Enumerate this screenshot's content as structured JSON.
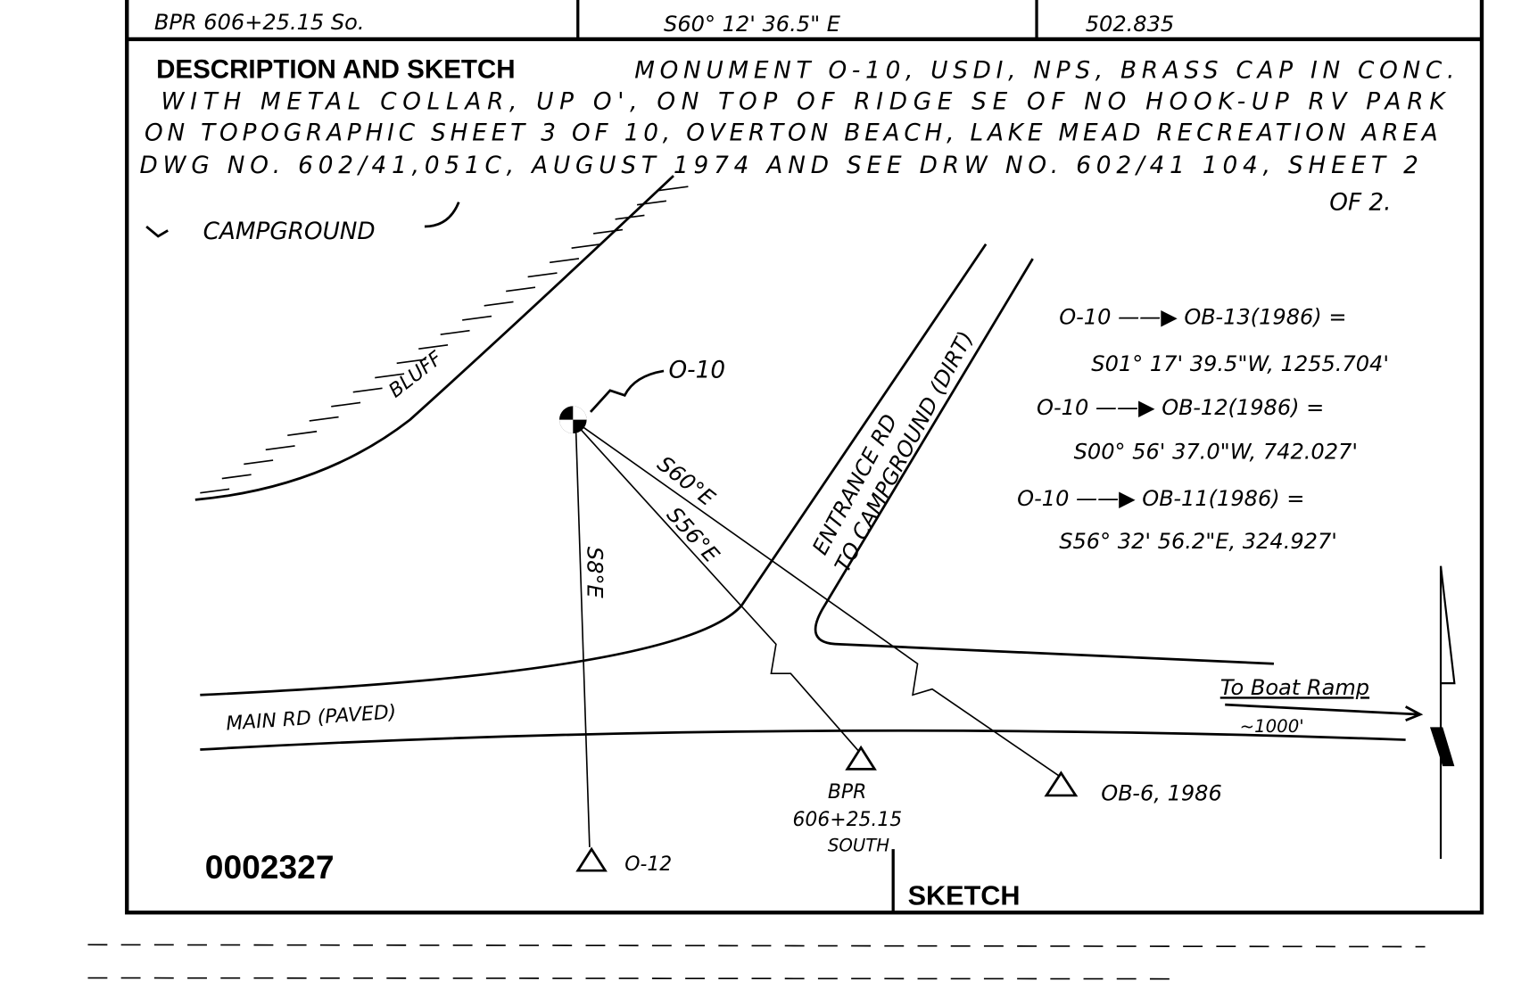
{
  "header_row": {
    "station": "BPR 606+25.15 So.",
    "bearing": "S60° 12' 36.5\" E",
    "distance": "502.835"
  },
  "description": {
    "heading": "DESCRIPTION AND SKETCH",
    "lines": [
      "MONUMENT O-10, USDI, NPS, BRASS CAP IN CONC.",
      "WITH METAL COLLAR, UP O', ON TOP OF RIDGE SE OF NO HOOK-UP RV PARK",
      "ON TOPOGRAPHIC SHEET 3 OF 10, OVERTON BEACH, LAKE MEAD RECREATION AREA",
      "DWG NO. 602/41,051C, AUGUST 1974 AND SEE DRW NO. 602/41 104, SHEET 2",
      "OF 2."
    ]
  },
  "sketch": {
    "campground": "CAMPGROUND",
    "bluff": "BLUFF",
    "monument": "O-10",
    "entrance_road": [
      "ENTRANCE RD",
      "TO CAMPGROUND (DIRT)"
    ],
    "main_road": "MAIN RD (PAVED)",
    "boat_ramp": "To Boat Ramp",
    "boat_ramp_distance": "~1000'",
    "bearing_labels": [
      "S60°E",
      "S56°E",
      "S8°E"
    ],
    "points": {
      "bpr": [
        "BPR",
        "606+25.15",
        "SOUTH"
      ],
      "ob6": "OB-6, 1986",
      "o12": "O-12"
    },
    "ties": [
      {
        "from_to": "O-10 ——▶ OB-13(1986) =",
        "value": "S01° 17' 39.5\"W, 1255.704'"
      },
      {
        "from_to": "O-10 ——▶ OB-12(1986) =",
        "value": "S00° 56' 37.0\"W, 742.027'"
      },
      {
        "from_to": "O-10 ——▶ OB-11(1986) =",
        "value": "S56° 32' 56.2\"E, 324.927'"
      }
    ],
    "north_arrow": "N"
  },
  "footer": {
    "doc_number": "0002327",
    "section_label": "SKETCH"
  }
}
